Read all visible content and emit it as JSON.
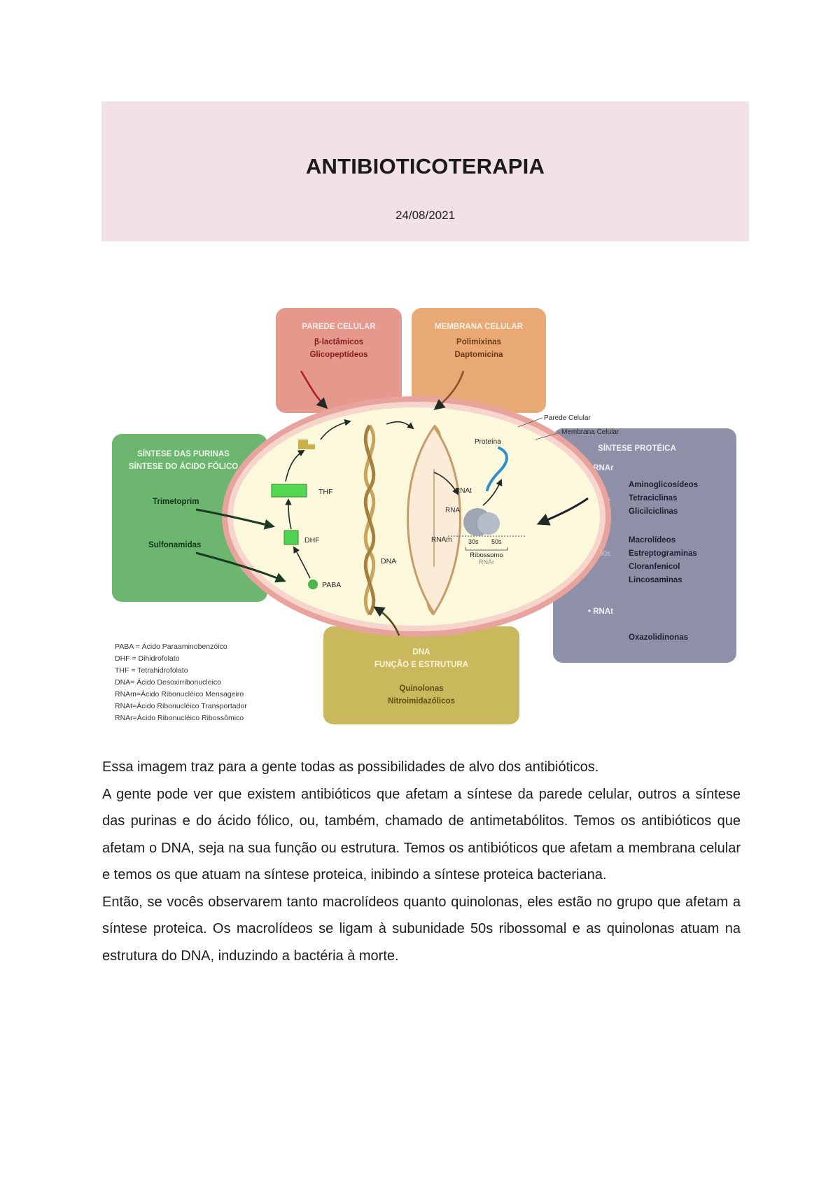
{
  "header": {
    "title": "ANTIBIOTICOTERAPIA",
    "date": "24/08/2021"
  },
  "diagram": {
    "cell_wall_box": {
      "title": "PAREDE CELULAR",
      "drugs": [
        "β-lactâmicos",
        "Glicopeptídeos"
      ]
    },
    "membrane_box": {
      "title": "MEMBRANA CELULAR",
      "drugs": [
        "Polimixinas",
        "Daptomicina"
      ]
    },
    "folate_box": {
      "title_lines": [
        "SÍNTESE DAS PURINAS",
        "SÍNTESE DO ÁCIDO FÓLICO"
      ],
      "drugs": [
        "Trimetoprim",
        "Sulfonamidas"
      ]
    },
    "dna_box": {
      "title_lines": [
        "DNA",
        "FUNÇÃO E ESTRUTURA"
      ],
      "drugs": [
        "Quinolonas",
        "Nitroimidazólicos"
      ]
    },
    "protein_box": {
      "title": "SÍNTESE PROTÉICA",
      "rnar_label": "• RNAr",
      "sub30": "30s",
      "drugs30": [
        "Aminoglicosídeos",
        "Tetraciclinas",
        "Glicilciclinas"
      ],
      "sub50": "50s",
      "drugs50": [
        "Macrolídeos",
        "Estreptograminas",
        "Cloranfenicol",
        "Lincosaminas"
      ],
      "rnat_label": "• RNAt",
      "drugs_rnat": [
        "Oxazolidinonas"
      ]
    },
    "cell_labels": {
      "wall": "Parede Celular",
      "membrane": "Membrana Celular",
      "thf": "THF",
      "dhf": "DHF",
      "paba": "PABA",
      "dna": "DNA",
      "rna": "RNA",
      "protein": "Proteína",
      "rnat": "RNAt",
      "rnam": "RNAm",
      "s30": "30s",
      "s50": "50s",
      "ribosome": "Ribossomo",
      "rnar": "RNAr"
    },
    "legend": [
      "PABA = Ácido Paraaminobenzóico",
      "DHF = Dihidrofolato",
      "THF = Tetrahidrofolato",
      "DNA= Ácido Desoxirribonucleico",
      "RNAm=Ácido Ribonucléico Mensageiro",
      "RNAt=Ácido Ribonucléico Transportador",
      "RNAr=Ácido Ribonucléico Ribossômico"
    ]
  },
  "body": {
    "paragraphs": [
      "Essa imagem traz para a gente todas as possibilidades de alvo dos antibióticos.",
      "A gente pode ver que existem antibióticos que afetam a síntese da parede celular, outros a síntese das purinas e do ácido fólico, ou, também, chamado de antimetabólitos. Temos os antibióticos que afetam o DNA, seja na sua função ou estrutura. Temos  os antibióticos que afetam a membrana celular e temos os que atuam na síntese proteica, inibindo a síntese proteica bacteriana.",
      "Então, se vocês observarem tanto macrolídeos quanto quinolonas, eles estão no grupo que afetam a síntese proteica. Os macrolídeos se ligam à subunidade 50s ribossomal e as quinolonas atuam na estrutura do DNA, induzindo a bactéria à morte."
    ]
  },
  "colors": {
    "header_band": "#f2e1e6",
    "cell_wall": "#e4998c",
    "membrane": "#e9a974",
    "folate": "#6cb66f",
    "dna": "#c9b95c",
    "protein": "#8e90a8",
    "cell_fill": "#fbf8dc"
  }
}
